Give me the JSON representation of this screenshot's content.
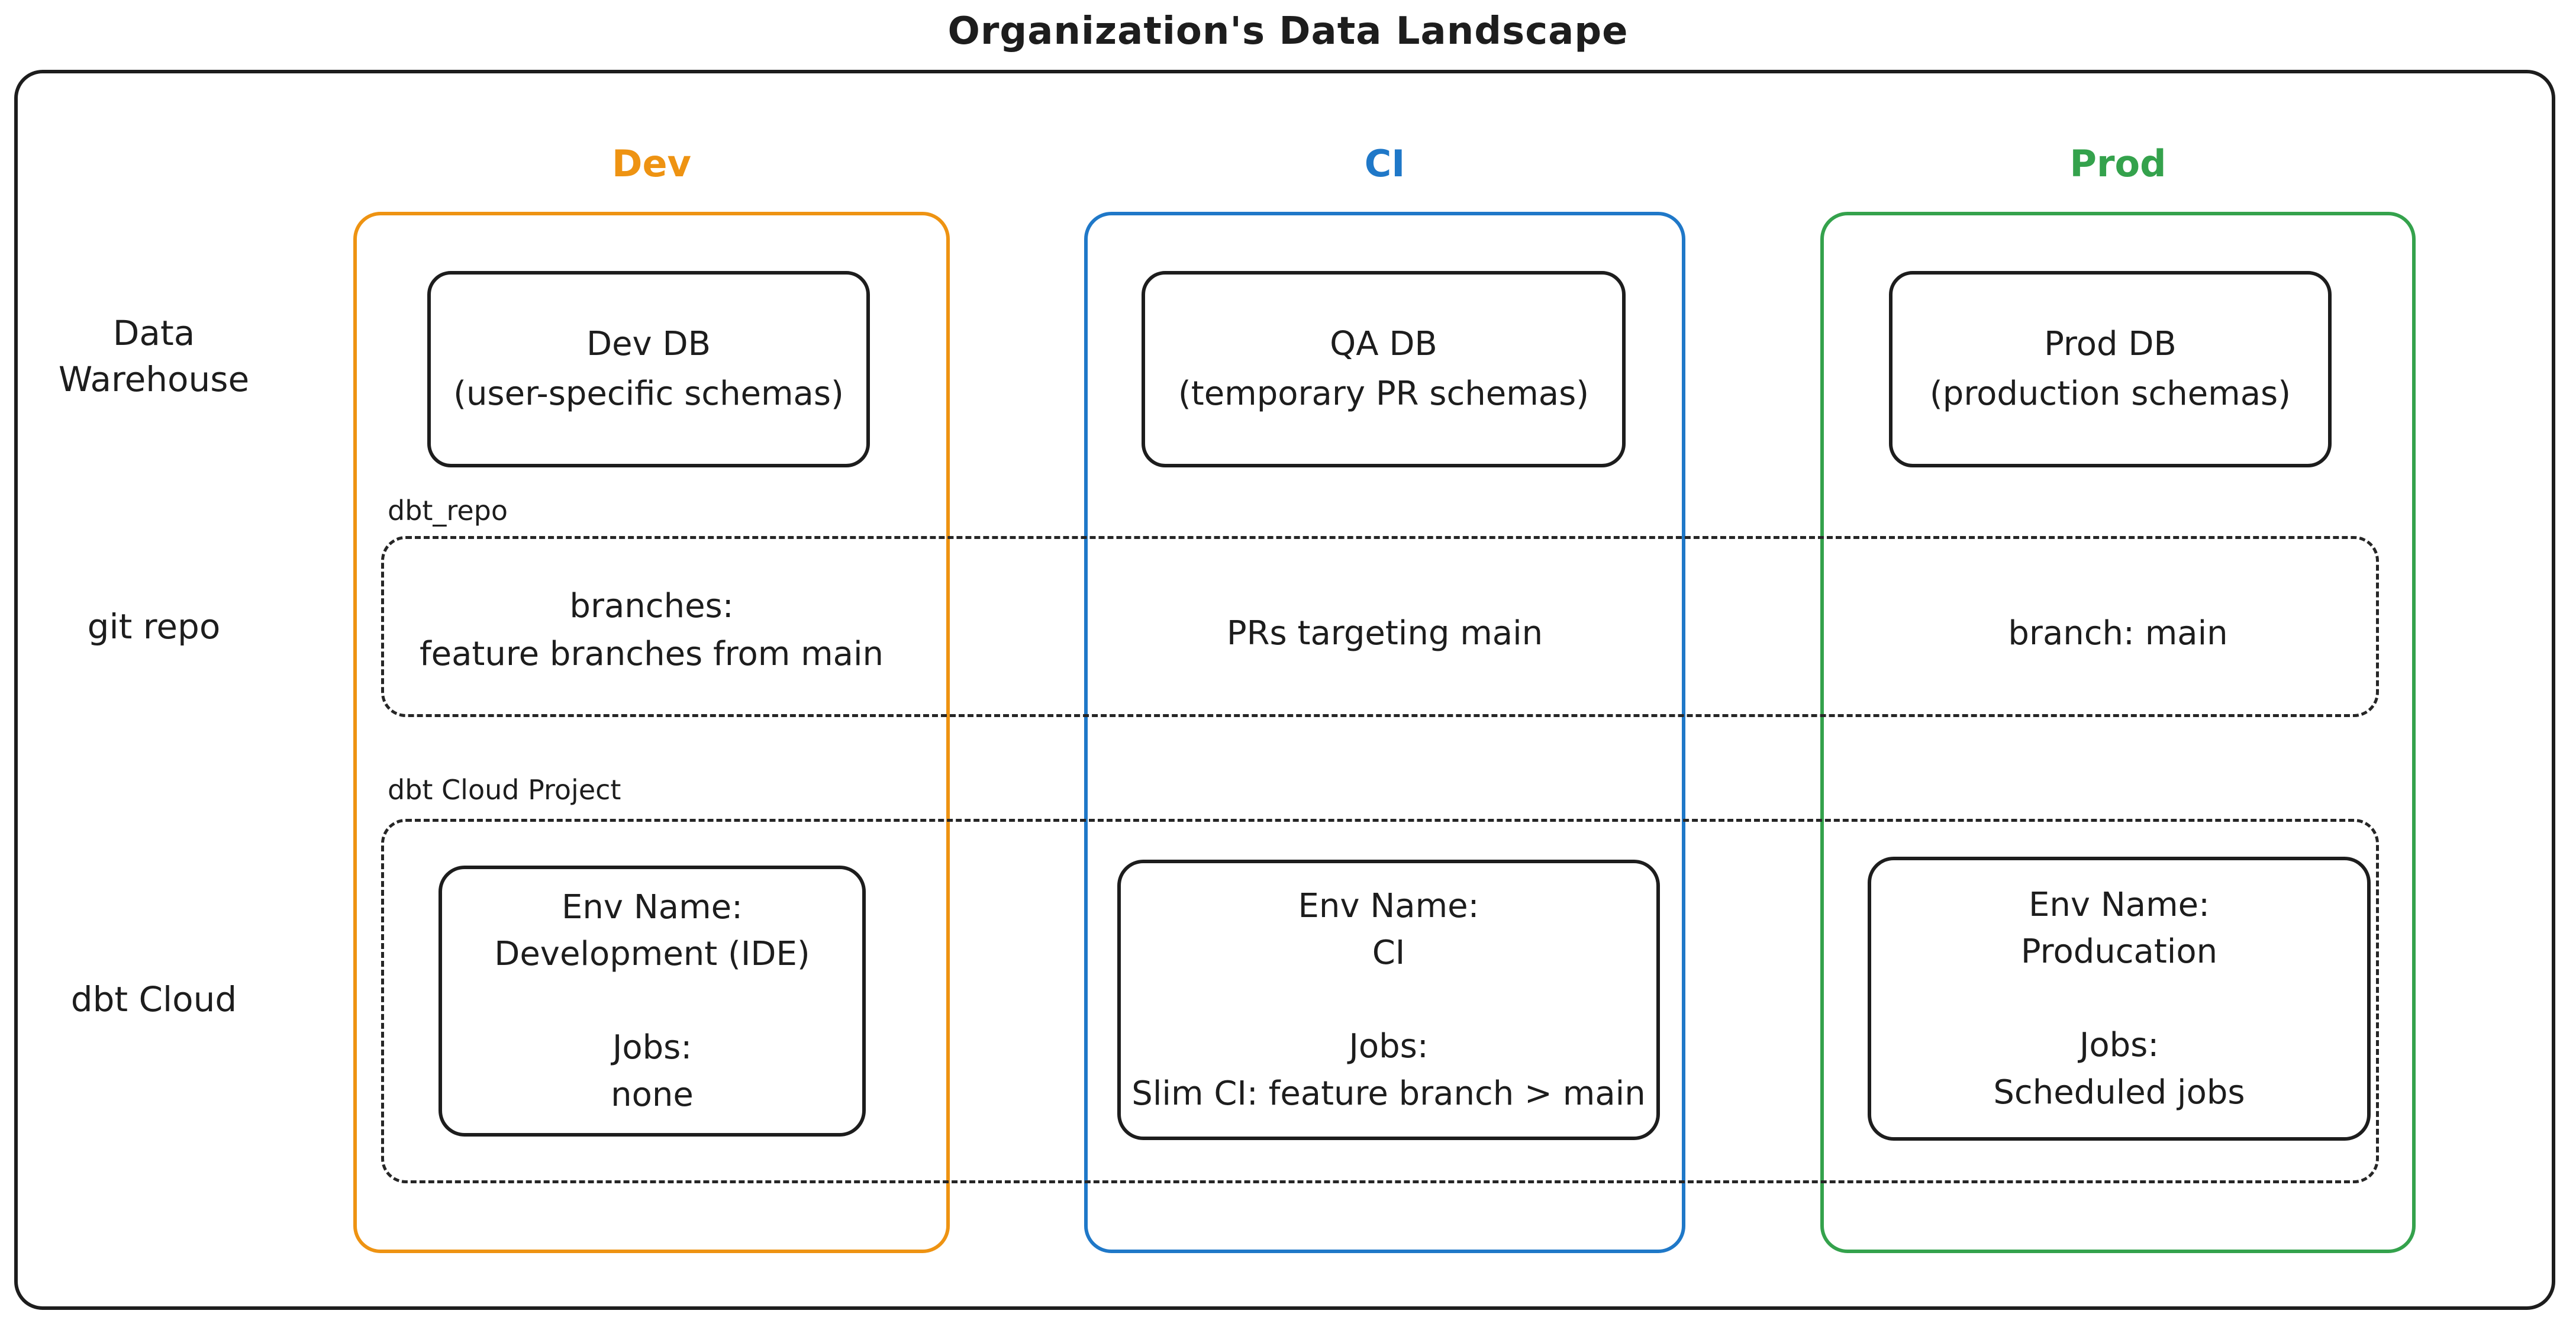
{
  "title": "Organization's Data Landscape",
  "colors": {
    "dev_accent": "#ee9312",
    "ci_accent": "#1f78c8",
    "prod_accent": "#34a24c",
    "stroke": "#1d1d1d"
  },
  "row_labels": {
    "data_warehouse_line1": "Data",
    "data_warehouse_line2": "Warehouse",
    "git_repo": "git repo",
    "dbt_cloud": "dbt Cloud"
  },
  "group_labels": {
    "git_repo_container": "dbt_repo",
    "dbt_cloud_container": "dbt Cloud Project"
  },
  "columns": {
    "dev": {
      "header": "Dev",
      "db": {
        "name": "Dev DB",
        "detail": "(user-specific schemas)"
      },
      "git": {
        "line1": "branches:",
        "line2": "feature branches from main"
      },
      "env": {
        "name_label": "Env Name:",
        "name": "Development (IDE)",
        "jobs_label": "Jobs:",
        "jobs": "none"
      }
    },
    "ci": {
      "header": "CI",
      "db": {
        "name": "QA DB",
        "detail": "(temporary PR schemas)"
      },
      "git": {
        "line1": "PRs targeting main"
      },
      "env": {
        "name_label": "Env Name:",
        "name": "CI",
        "jobs_label": "Jobs:",
        "jobs": "Slim CI: feature branch > main"
      }
    },
    "prod": {
      "header": "Prod",
      "db": {
        "name": "Prod DB",
        "detail": "(production schemas)"
      },
      "git": {
        "line1": "branch: main"
      },
      "env": {
        "name_label": "Env Name:",
        "name": "Producation",
        "jobs_label": "Jobs:",
        "jobs": "Scheduled jobs"
      }
    }
  }
}
